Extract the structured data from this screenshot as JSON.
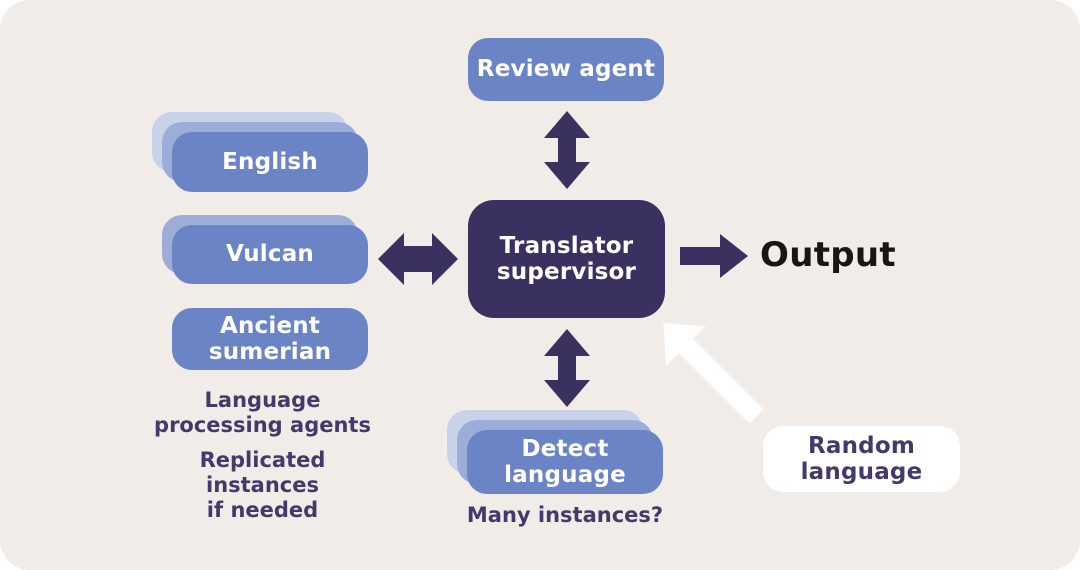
{
  "nodes": {
    "review_agent": {
      "label": "Review agent"
    },
    "english": {
      "label": "English"
    },
    "vulcan": {
      "label": "Vulcan"
    },
    "ancient_sumerian": {
      "lines": [
        "Ancient",
        "sumerian"
      ]
    },
    "translator_supervisor": {
      "lines": [
        "Translator",
        "supervisor"
      ]
    },
    "detect_language": {
      "lines": [
        "Detect",
        "language"
      ]
    },
    "random_language": {
      "lines": [
        "Random",
        "language"
      ]
    }
  },
  "captions": {
    "output": "Output",
    "language_processing_agents": {
      "lines": [
        "Language",
        "processing agents"
      ]
    },
    "replicated_instances": {
      "lines": [
        "Replicated instances",
        "if needed"
      ]
    },
    "many_instances": "Many instances?"
  },
  "connectors": {
    "review_to_supervisor": "bidirectional-vertical-arrow",
    "languages_to_supervisor": "bidirectional-horizontal-arrow",
    "supervisor_to_detect": "bidirectional-vertical-arrow",
    "supervisor_to_output": "right-arrow",
    "random_to_supervisor": "up-left-white-arrow"
  },
  "colors": {
    "canvas_bg": "#f1ece8",
    "node_blue": "#6b84c5",
    "stack_mid": "#9dadd9",
    "stack_light": "#c9d2e9",
    "dark_purple": "#3a3161",
    "text_purple": "#43396b",
    "output_text": "#161616",
    "white": "#ffffff"
  }
}
